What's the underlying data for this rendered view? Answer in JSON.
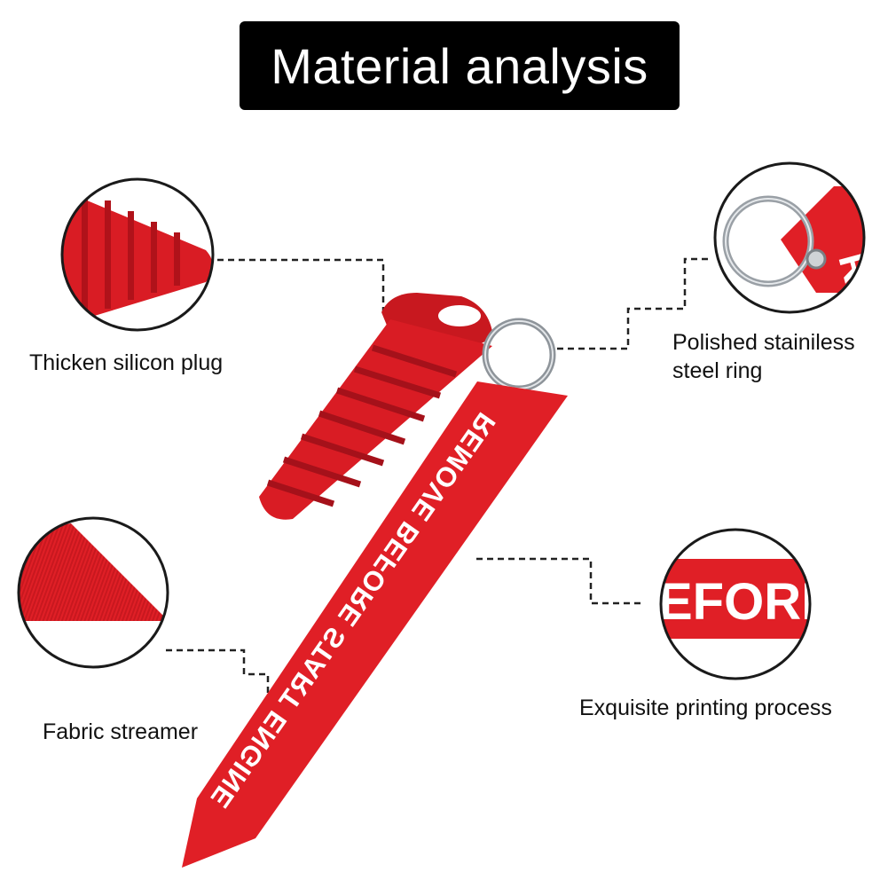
{
  "title": "Material analysis",
  "features": {
    "plug": "Thicken silicon plug",
    "ring_line1": "Polished stainiless",
    "ring_line2": "steel ring",
    "streamer": "Fabric streamer",
    "printing": "Exquisite printing process"
  },
  "product": {
    "streamer_text": "REMOVE BEFORE START ENGINE",
    "zoom_ring_text": "RI",
    "zoom_print_text": "EFORE"
  },
  "colors": {
    "accent_red": "#e01f26",
    "dark_red": "#b5141a",
    "title_bg": "#000000",
    "title_text": "#ffffff"
  }
}
